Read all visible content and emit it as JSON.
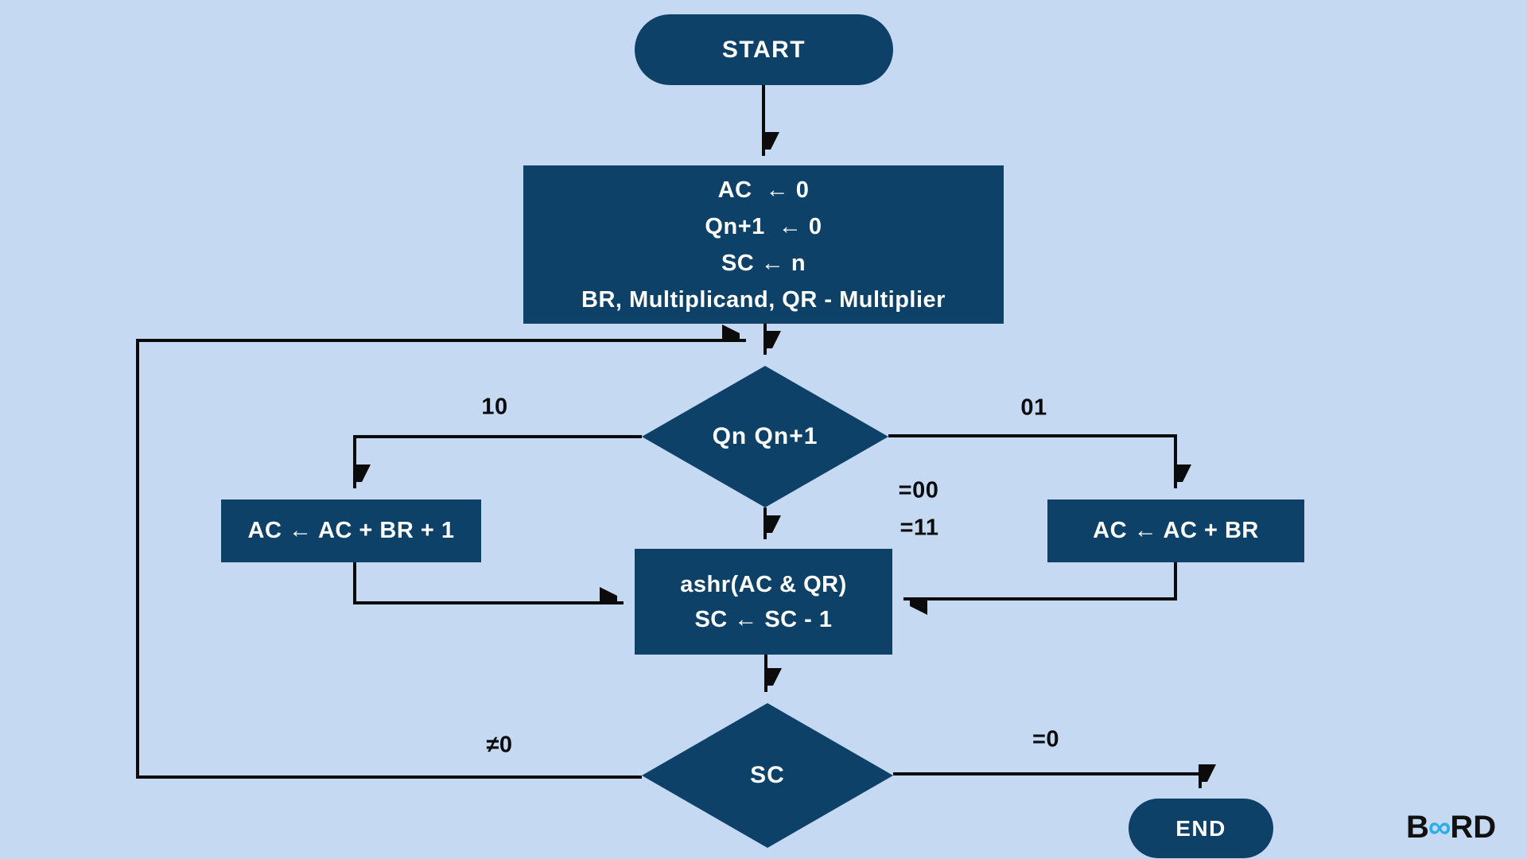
{
  "palette": {
    "background": "#c5d9f3",
    "shape_fill": "#0e4168",
    "shape_text": "#ffffff",
    "wire_color": "#0b0b0b",
    "logo_accent": "#2aaee8",
    "logo_text": "#111111"
  },
  "nodes": {
    "start": {
      "label": "START"
    },
    "init": {
      "lines": [
        "AC  ← 0",
        "Qn+1  ← 0",
        "SC ← n",
        "BR, Multiplicand, QR - Multiplier"
      ]
    },
    "decision_bits": {
      "label": "Qn Qn+1"
    },
    "subtract_box": {
      "label": "AC ← AC + BR + 1"
    },
    "add_box": {
      "label": "AC ← AC + BR"
    },
    "shift_box": {
      "lines": [
        "ashr(AC & QR)",
        "SC ← SC - 1"
      ]
    },
    "decision_count": {
      "label": "SC"
    },
    "end": {
      "label": "END"
    }
  },
  "edge_labels": {
    "branch_10": "10",
    "branch_01": "01",
    "branch_eq00": "=00",
    "branch_eq11": "=11",
    "loop_not_zero": "≠0",
    "exit_zero": "=0"
  },
  "logo": {
    "prefix": "B",
    "infinity": "∞",
    "suffix": "RD"
  }
}
